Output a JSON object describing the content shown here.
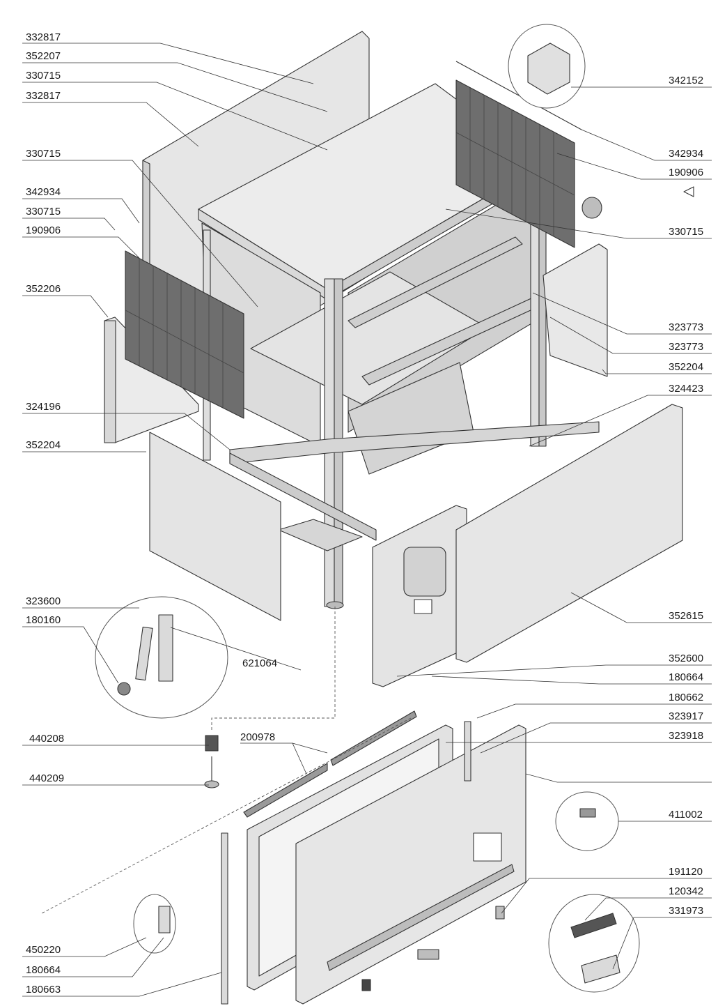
{
  "part_numbers": [
    "332817",
    "352207",
    "330715",
    "332817",
    "330715",
    "342934",
    "330715",
    "190906",
    "352206",
    "324196",
    "352204",
    "323600",
    "180160",
    "621064",
    "440208",
    "440209",
    "450220",
    "180664",
    "180663",
    "342152",
    "342934",
    "190906",
    "330715",
    "323773",
    "323773",
    "352204",
    "324423",
    "352615",
    "352600",
    "180664",
    "180662",
    "323917",
    "323918",
    "200978",
    "411002",
    "191120",
    "120342",
    "331973"
  ],
  "colors": {
    "panel_light": "#e9e9e9",
    "panel_mid": "#d6d6d6",
    "panel_dark": "#6e6e6e",
    "outline": "#333333"
  }
}
